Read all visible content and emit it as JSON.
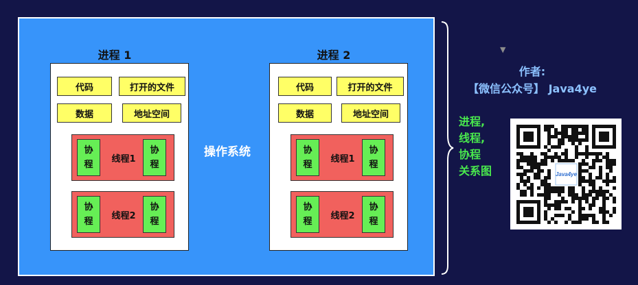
{
  "os_label": "操作系统",
  "processes": [
    {
      "title": "进程 1",
      "resources": [
        "代码",
        "打开的文件",
        "数据",
        "地址空间"
      ],
      "threads": [
        {
          "label": "线程1",
          "coroutine": [
            "协",
            "程"
          ]
        },
        {
          "label": "线程2",
          "coroutine": [
            "协",
            "程"
          ]
        }
      ]
    },
    {
      "title": "进程 2",
      "resources": [
        "代码",
        "打开的文件",
        "数据",
        "地址空间"
      ],
      "threads": [
        {
          "label": "线程1",
          "coroutine": [
            "协",
            "程"
          ]
        },
        {
          "label": "线程2",
          "coroutine": [
            "协",
            "程"
          ]
        }
      ]
    }
  ],
  "author": {
    "line1": "作者:",
    "line2": "【微信公众号】 Java4ye"
  },
  "relation": [
    "进程,",
    "线程,",
    "协程",
    "关系图"
  ],
  "qr": {
    "logo_text": "Java4ye"
  },
  "colors": {
    "background": "#131548",
    "os_box": "#3794fa",
    "resource": "#ffff66",
    "thread": "#f1615d",
    "coroutine": "#66ee55",
    "author_text": "#8cc1ff",
    "relation_text": "#49e84d"
  }
}
